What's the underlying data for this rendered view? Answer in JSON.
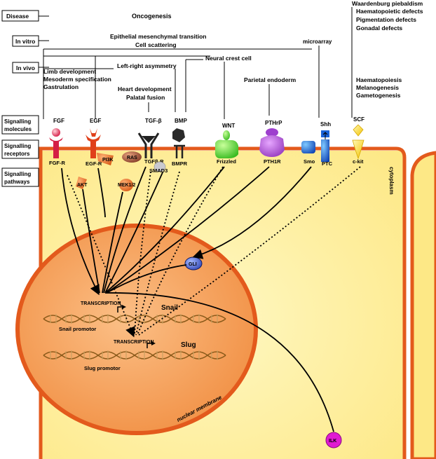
{
  "categories": {
    "disease": "Disease",
    "in_vitro": "In vitro",
    "in_vivo": "In vivo",
    "molecules_1": "Signalling",
    "molecules_2": "molecules",
    "receptors_1": "Signalling",
    "receptors_2": "receptors",
    "pathways_1": "Signalling",
    "pathways_2": "pathways"
  },
  "disease": {
    "oncogenesis": "Oncogenesis",
    "waardenburg": "Waardenburg  piebaldism",
    "haematopoietic_defects": "Haematopoietic defects",
    "pigmentation_defects": "Pigmentation defects",
    "gonadal_defects": "Gonadal defects"
  },
  "in_vitro": {
    "emt": "Epithelial mesenchymal transition",
    "scattering": "Cell scattering"
  },
  "in_vivo": {
    "limb": "Limb development",
    "mesoderm": "Mesoderm specification",
    "gastrulation": "Gastrulation",
    "left_right": "Left-right asymmetry",
    "neural_crest": "Neural crest cell",
    "heart": "Heart development",
    "palatal": "Palatal fusion",
    "parietal": "Parietal endoderm",
    "microarray": "microarray",
    "haematopoiesis": "Haematopoiesis",
    "melanogenesis": "Melanogenesis",
    "gametogenesis": "Gametogenesis"
  },
  "molecules": {
    "fgf": "FGF",
    "egf": "EGF",
    "tgfb": "TGF-β",
    "bmp": "BMP",
    "wnt": "WNT",
    "pthrp": "PTHrP",
    "shh": "Shh",
    "scf": "SCF"
  },
  "receptors": {
    "fgfr": "FGF-R",
    "egfr": "EGF-R",
    "tgfbr": "TGFβ-R",
    "bmpr": "BMPR",
    "frizzled": "Frizzled",
    "pth1r": "PTH1R",
    "smo": "Smo",
    "ptc": "PTC",
    "ckit": "c-kit"
  },
  "pathways": {
    "pi3k": "PI3K",
    "ras": "RAS",
    "akt": "AKT",
    "mek": "MEK1/2",
    "smad3": "SMAD3",
    "gli": "GLI",
    "ilk": "ILK"
  },
  "nucleus": {
    "transcription_1": "TRANSCRIPTION",
    "transcription_2": "TRANSCRIPTION",
    "snail": "Snail",
    "snail_promoter": "Snail promotor",
    "slug": "Slug",
    "slug_promoter": "Slug promotor",
    "nuclear_membrane": "nuclear membrane"
  },
  "cell": {
    "cytoplasm": "cytoplasm"
  },
  "colors": {
    "cytoplasm": "#fff6b0",
    "membrane": "#e35a1c",
    "nucleus": "#f7a25e"
  }
}
